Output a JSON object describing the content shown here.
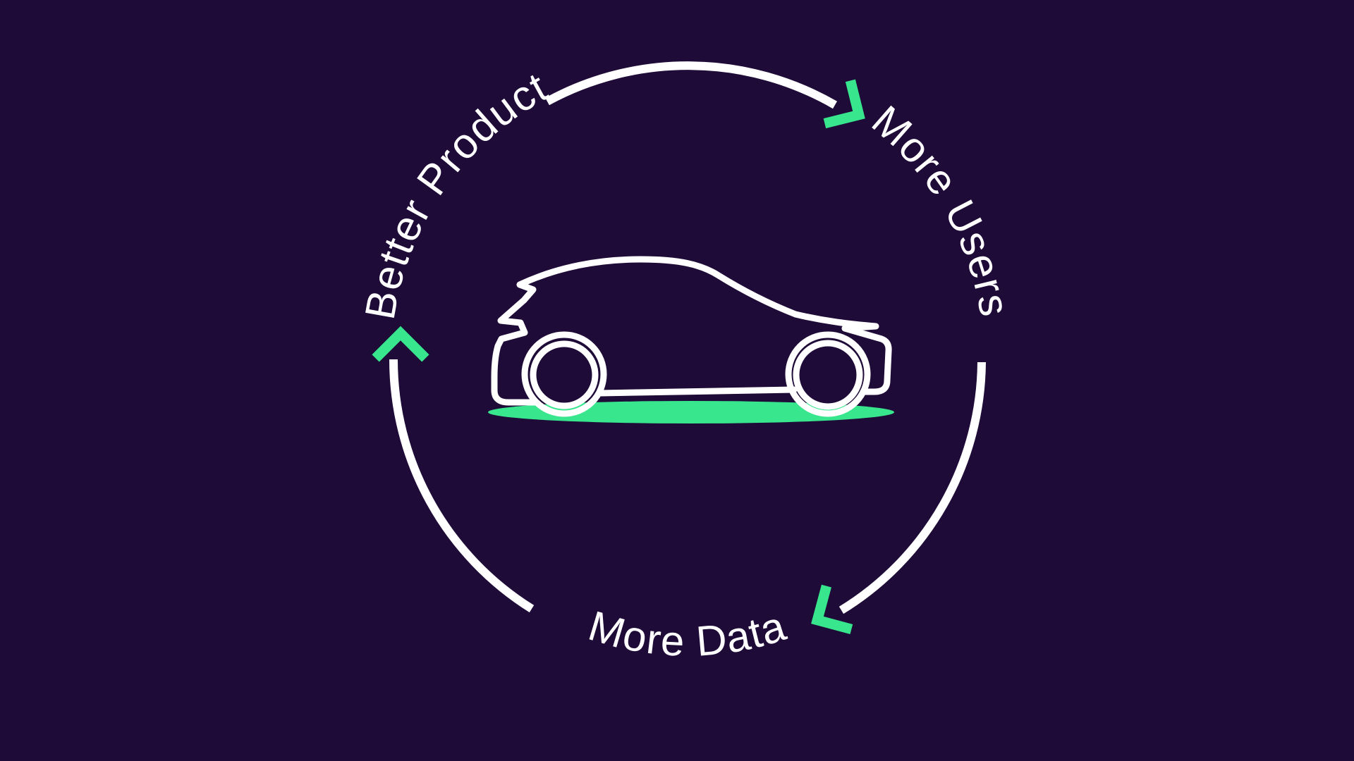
{
  "page": {
    "background_color": "#1f0b38"
  },
  "flywheel": {
    "type": "cycle-diagram",
    "labels": [
      {
        "id": "better-product",
        "text": "Better Product",
        "position": "upper-left"
      },
      {
        "id": "more-users",
        "text": "More Users",
        "position": "right"
      },
      {
        "id": "more-data",
        "text": "More Data",
        "position": "bottom"
      }
    ],
    "arrowheads": [
      {
        "id": "arrow-top-right",
        "direction": "clockwise",
        "color": "#37e68d"
      },
      {
        "id": "arrow-bottom-right",
        "direction": "clockwise",
        "color": "#37e68d"
      },
      {
        "id": "arrow-left",
        "direction": "clockwise",
        "color": "#37e68d"
      }
    ],
    "center_icon": "car-side-outline-icon",
    "colors": {
      "background": "#1f0b38",
      "accent_green": "#37e68d",
      "line_white": "#ffffff"
    }
  }
}
